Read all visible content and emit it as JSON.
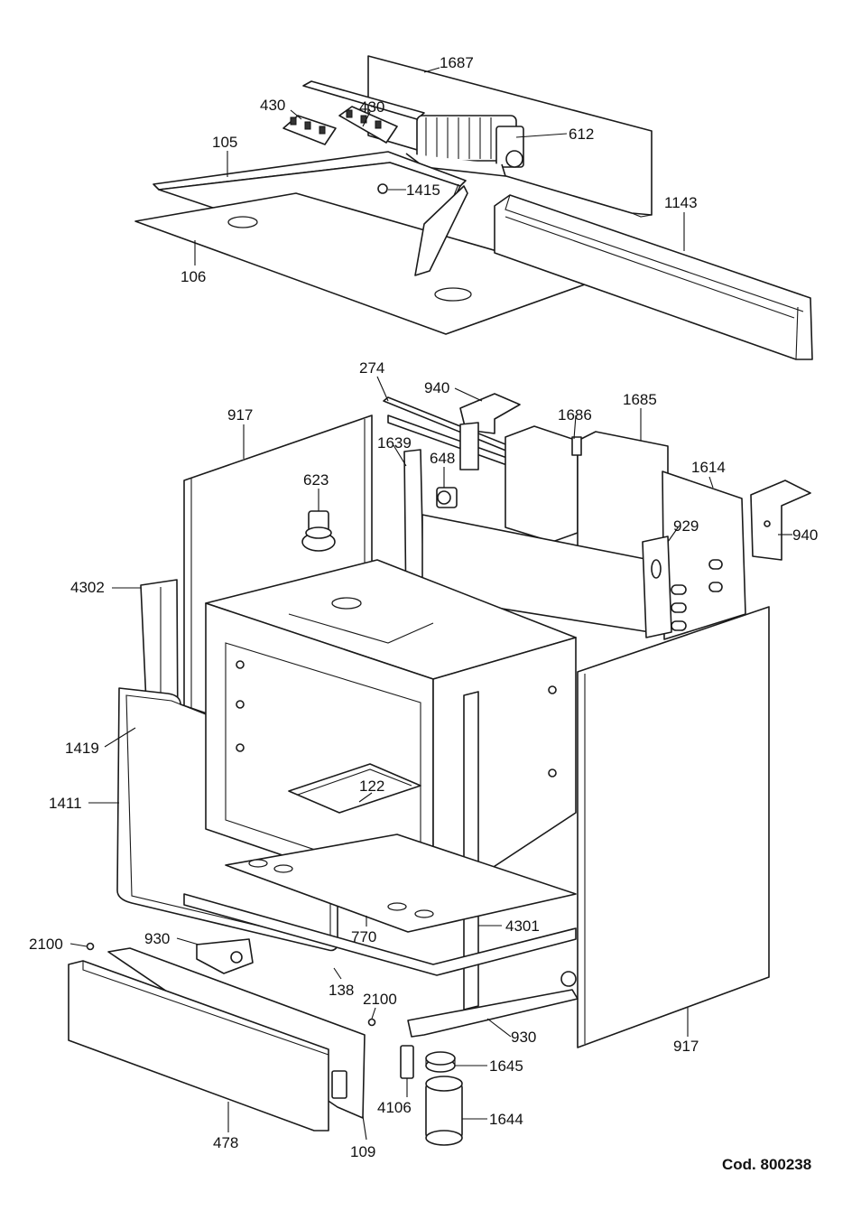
{
  "code": "Cod. 800238",
  "callouts": [
    {
      "id": "1687",
      "label": "1687"
    },
    {
      "id": "430a",
      "label": "430"
    },
    {
      "id": "430b",
      "label": "430"
    },
    {
      "id": "105",
      "label": "105"
    },
    {
      "id": "612",
      "label": "612"
    },
    {
      "id": "1415",
      "label": "1415"
    },
    {
      "id": "1143",
      "label": "1143"
    },
    {
      "id": "106",
      "label": "106"
    },
    {
      "id": "274",
      "label": "274"
    },
    {
      "id": "940a",
      "label": "940"
    },
    {
      "id": "917a",
      "label": "917"
    },
    {
      "id": "1686",
      "label": "1686"
    },
    {
      "id": "1685",
      "label": "1685"
    },
    {
      "id": "1639",
      "label": "1639"
    },
    {
      "id": "648",
      "label": "648"
    },
    {
      "id": "1614",
      "label": "1614"
    },
    {
      "id": "623",
      "label": "623"
    },
    {
      "id": "929",
      "label": "929"
    },
    {
      "id": "940b",
      "label": "940"
    },
    {
      "id": "4302",
      "label": "4302"
    },
    {
      "id": "1419",
      "label": "1419"
    },
    {
      "id": "122",
      "label": "122"
    },
    {
      "id": "1411",
      "label": "1411"
    },
    {
      "id": "2100a",
      "label": "2100"
    },
    {
      "id": "930a",
      "label": "930"
    },
    {
      "id": "770",
      "label": "770"
    },
    {
      "id": "4301",
      "label": "4301"
    },
    {
      "id": "138",
      "label": "138"
    },
    {
      "id": "2100b",
      "label": "2100"
    },
    {
      "id": "930b",
      "label": "930"
    },
    {
      "id": "917b",
      "label": "917"
    },
    {
      "id": "1645",
      "label": "1645"
    },
    {
      "id": "4106",
      "label": "4106"
    },
    {
      "id": "1644",
      "label": "1644"
    },
    {
      "id": "478",
      "label": "478"
    },
    {
      "id": "109",
      "label": "109"
    }
  ]
}
